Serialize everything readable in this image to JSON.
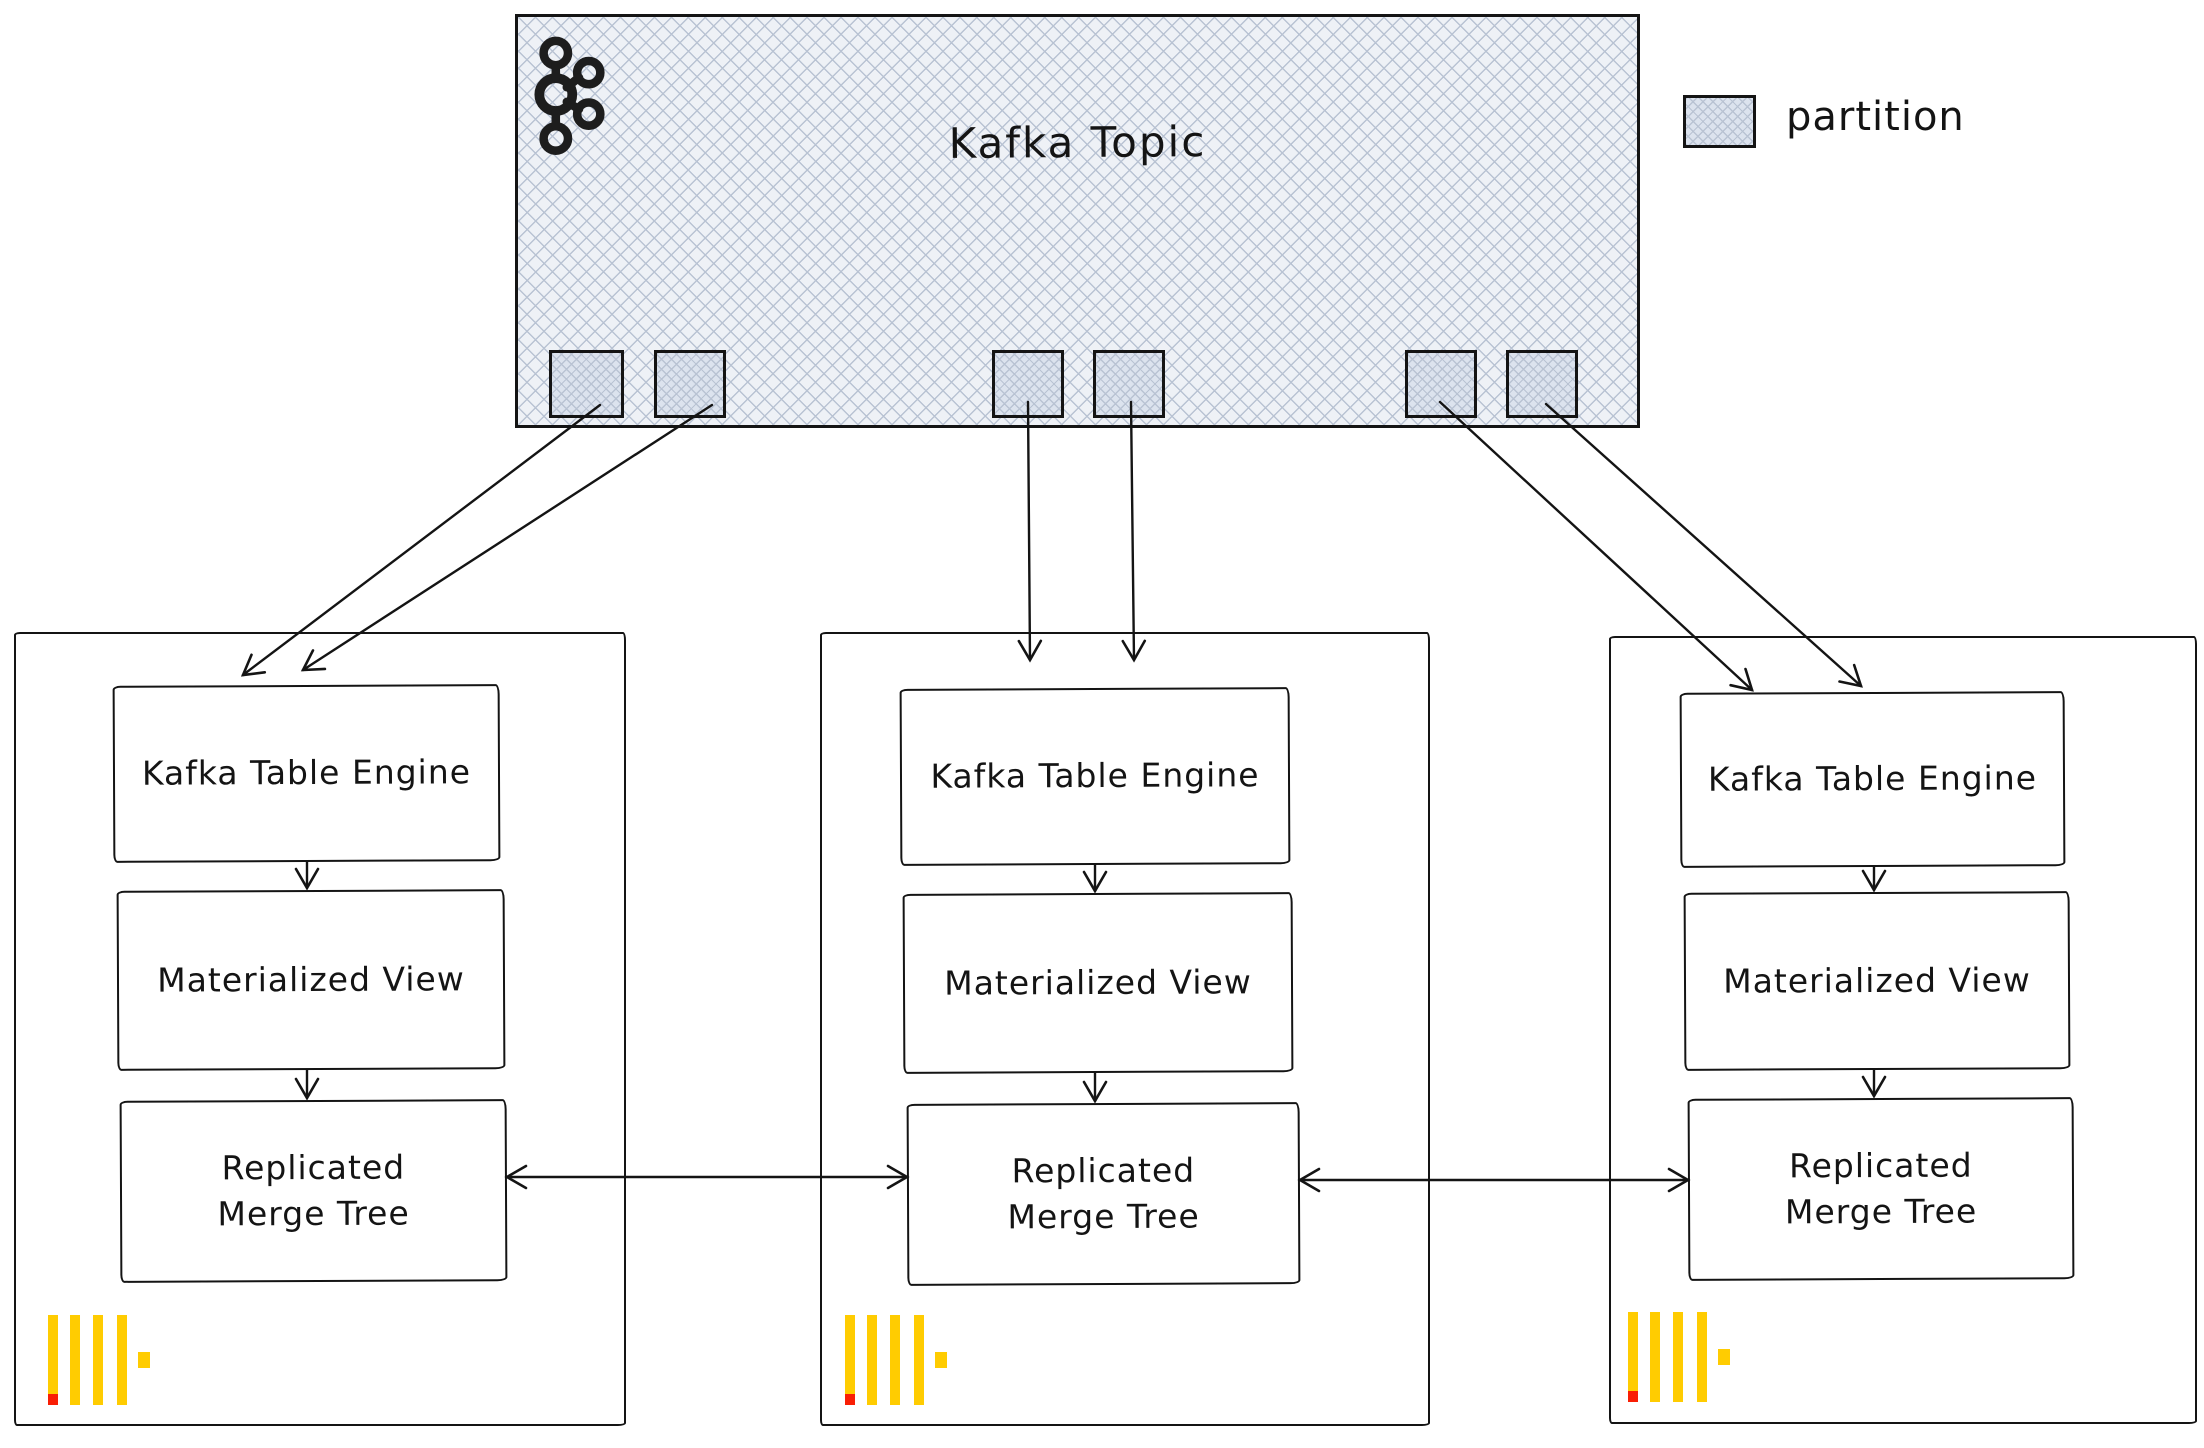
{
  "diagram": {
    "topic": {
      "label": "Kafka Topic",
      "icon": "kafka-logo",
      "partition_count": 6
    },
    "legend": {
      "label": "partition"
    },
    "nodes": [
      {
        "id": "clickhouse-replica-1",
        "icon": "clickhouse-logo",
        "kafka_table_engine": "Kafka Table Engine",
        "materialized_view": "Materialized View",
        "replicated_merge_tree_line1": "Replicated",
        "replicated_merge_tree_line2": "Merge Tree"
      },
      {
        "id": "clickhouse-replica-2",
        "icon": "clickhouse-logo",
        "kafka_table_engine": "Kafka Table Engine",
        "materialized_view": "Materialized View",
        "replicated_merge_tree_line1": "Replicated",
        "replicated_merge_tree_line2": "Merge Tree"
      },
      {
        "id": "clickhouse-replica-3",
        "icon": "clickhouse-logo",
        "kafka_table_engine": "Kafka Table Engine",
        "materialized_view": "Materialized View",
        "replicated_merge_tree_line1": "Replicated",
        "replicated_merge_tree_line2": "Merge Tree"
      }
    ],
    "colors": {
      "ink": "#141414",
      "hatch_base": "#eef1f6",
      "hatch_line": "#b9c3d3",
      "partition_fill": "#dce3ee",
      "clickhouse_yellow": "#FFCC01",
      "clickhouse_red": "#F91E05"
    }
  }
}
